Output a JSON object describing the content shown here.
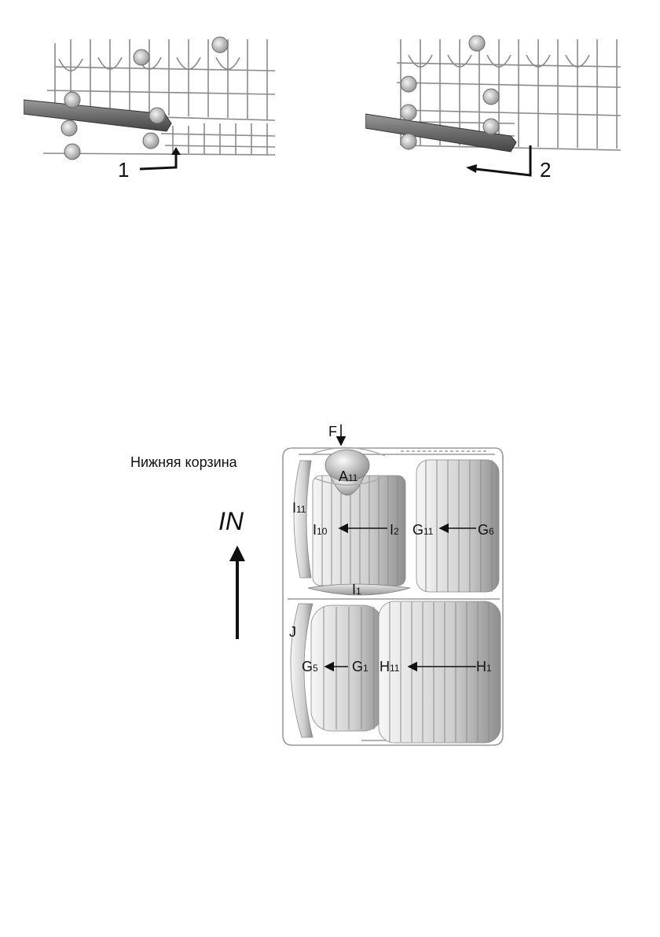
{
  "top_left": {
    "step_number": "1"
  },
  "top_right": {
    "step_number": "2"
  },
  "basket": {
    "title": "Нижняя корзина",
    "direction": "IN",
    "labels": {
      "f": "F",
      "a11_main": "A",
      "a11_sub": "11",
      "i11_main": "I",
      "i11_sub": "11",
      "i10_main": "I",
      "i10_sub": "10",
      "i2_main": "I",
      "i2_sub": "2",
      "g11_main": "G",
      "g11_sub": "11",
      "g6_main": "G",
      "g6_sub": "6",
      "i1_main": "I",
      "i1_sub": "1",
      "j": "J",
      "g5_main": "G",
      "g5_sub": "5",
      "g1_main": "G",
      "g1_sub": "1",
      "h11_main": "H",
      "h11_sub": "11",
      "h1_main": "H",
      "h1_sub": "1"
    }
  },
  "colors": {
    "wire": "#8a8a8a",
    "rail": "#6a6a6a",
    "plate_light": "#eeeeee",
    "plate_dark": "#a6a6a6",
    "arrow": "#111111"
  }
}
